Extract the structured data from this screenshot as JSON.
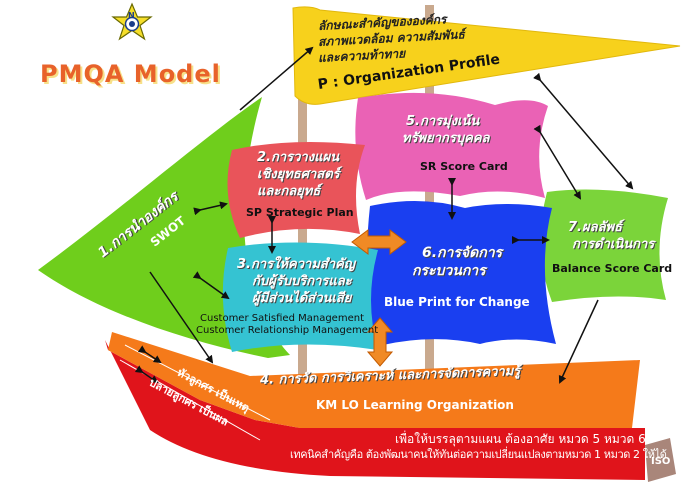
{
  "model_title": "PMQA Model",
  "logo": {
    "letter": "N",
    "icon": "compass-star-icon"
  },
  "org_profile": {
    "line1": "ลักษณะสำคัญขององค์กร",
    "line2": "สภาพแวดล้อม ความสัมพันธ์",
    "line3": "และความท้าทาย",
    "label": "P : Organization Profile"
  },
  "cat1": {
    "title": "1.การนำองค์กร",
    "sub": "SWOT"
  },
  "cat2": {
    "line1": "2.การวางแผน",
    "line2": "เชิงยุทธศาสตร์",
    "line3": "และกลยุทธ์",
    "label": "SP Strategic Plan"
  },
  "cat3": {
    "line1": "3.การให้ความสำคัญ",
    "line2": "กับผู้รับบริการและ",
    "line3": "ผู้มีส่วนได้ส่วนเสีย",
    "label1": "Customer Satisfied Management",
    "label2": "Customer Relationship Management"
  },
  "cat4": {
    "title": "4. การวัด การวิเคราะห์ และการจัดการความรู้",
    "label": "KM LO Learning Organization"
  },
  "cat5": {
    "line1": "5.การมุ่งเน้น",
    "line2": "ทรัพยากรบุคคล",
    "label": "SR Score Card"
  },
  "cat6": {
    "line1": "6.การจัดการ",
    "line2": "กระบวนการ",
    "label": "Blue Print for Change"
  },
  "cat7": {
    "line1": "7.ผลลัพธ์",
    "line2": "การดำเนินการ",
    "label": "Balance Score Card"
  },
  "hull": {
    "bow_text1": "หัวลูกศร เป็นเหตุ",
    "bow_text2": "ปลายลูกศร เป็นผล",
    "line1": "เพื่อให้บรรลุตามแผน ต้องอาศัย หมวด 5 หมวด 6",
    "line2": "เทคนิคสำคัญคือ ต้องพัฒนาคนให้ทันต่อความเปลี่ยนแปลงตามหมวด 1 หมวด 2 ให้ได้"
  },
  "iso_label": "ISO",
  "colors": {
    "yellow": "#f7d11c",
    "green_sail": "#6fce1c",
    "red_sail": "#e9545a",
    "cyan_sail": "#35c3d2",
    "pink_sail": "#ea62b5",
    "blue_sail": "#1a3ff0",
    "green_right": "#7bd43a",
    "orange_hull": "#f57a1a",
    "red_hull": "#e0141b",
    "mast": "#c9a98e",
    "double_arrow": "#f08a25",
    "iso_box": "#a9867a"
  }
}
